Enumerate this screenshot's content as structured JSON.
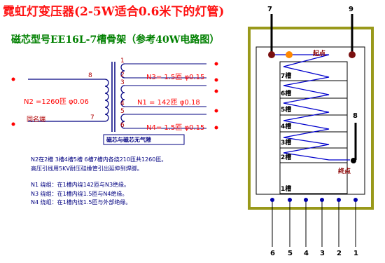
{
  "title": "霓虹灯变压器(2-5W适合0.6米下的灯管)",
  "subtitle": "磁芯型号EE16L-7槽骨架（参考40W电路图）",
  "schematic": {
    "primary_pin_8": "8",
    "primary_pin_7": "7",
    "primary_label": "N2 =1260匝   φ0.06",
    "same_end_label": "同名端",
    "secondary_pins": [
      "1",
      "2",
      "3",
      "4",
      "5",
      "6"
    ],
    "n3_label": "N3= 1.5匝   φ0.15",
    "n1_label": "N1 = 142匝   φ0.18",
    "n4_label": "N4= 1.5匝   φ0.15",
    "core_note": "磁芯与磁芯无气隙"
  },
  "notes": {
    "line1": "N2在2槽 3槽4槽5槽 6槽7槽内各绕210匝共1260匝。",
    "line2": "高压引线用5KV耐压硅橡管引出延伸到焊脚。",
    "line3": "N1 绕组：在1槽内绕142匝与N3绝缘。",
    "line4": "N3 绕组：在1槽内绕1.5匝与N4绝缘。",
    "line5": "N4 绕组：在1槽内绕1.5匝与外部绝缘。"
  },
  "bobbin": {
    "top_left_pin": "7",
    "top_right_pin": "9",
    "start_label": "起点",
    "end_label": "终点",
    "pin8_label": "8",
    "slots": [
      "7槽",
      "6槽",
      "5槽",
      "4槽",
      "3槽",
      "2槽",
      "1槽"
    ],
    "bottom_pins": [
      "6",
      "5",
      "4",
      "3",
      "2",
      "1"
    ]
  },
  "colors": {
    "title": "#ff1010",
    "subtitle": "#008000",
    "bobbin_frame": "#99991a",
    "winding": "#0000cc",
    "dot": "#ff0000",
    "start_dot": "#ff8800",
    "terminal": "#7a1010"
  }
}
